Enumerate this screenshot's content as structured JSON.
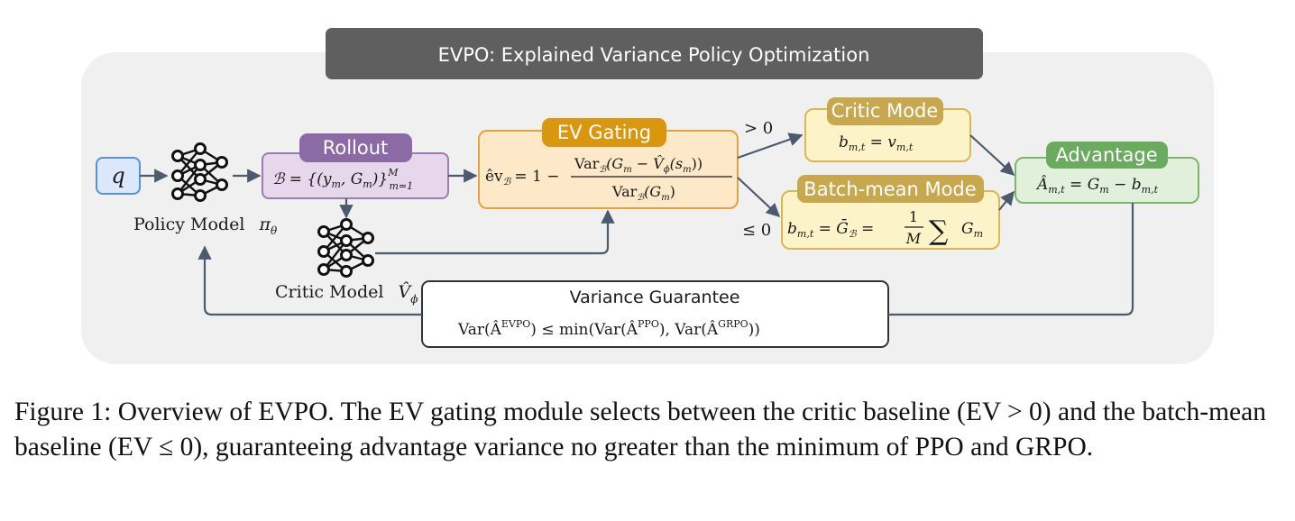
{
  "banner": {
    "title": "EVPO: Explained Variance Policy Optimization"
  },
  "nodes": {
    "query": {
      "symbol": "q"
    },
    "policy_model": {
      "label": "Policy Model",
      "symbol": "π",
      "sub": "θ"
    },
    "rollout": {
      "title": "Rollout",
      "formula": {
        "lhs": "ℬ = {(y",
        "sub1": "m",
        "mid": ", G",
        "sub2": "m",
        "close": ")}",
        "sup": "M",
        "range": "m=1"
      }
    },
    "critic_model": {
      "label": "Critic Model",
      "symbol": "V̂",
      "sub": "ϕ"
    },
    "ev_gating": {
      "title": "EV Gating",
      "lhs": "êv",
      "lhs_sub": "ℬ",
      "eq": "= 1 −",
      "num": "Var",
      "num_sub": "ℬ",
      "num_body": "(G",
      "num_body_sub": "m",
      "num_mid": " − V̂",
      "num_mid_sub": "ϕ",
      "num_tail": "(s",
      "num_tail_sub": "m",
      "num_end": "))",
      "den": "Var",
      "den_sub": "ℬ",
      "den_body": "(G",
      "den_body_sub": "m",
      "den_end": ")"
    },
    "branch_pos": {
      "label": "> 0"
    },
    "branch_neg": {
      "label": "≤ 0"
    },
    "critic_mode": {
      "title": "Critic Mode",
      "b": "b",
      "b_sub": "m,t",
      "eq": " = v",
      "v_sub": "m,t"
    },
    "batch_mean_mode": {
      "title": "Batch-mean Mode",
      "b": "b",
      "b_sub": "m,t",
      "eq": " = Ḡ",
      "g_sub": "ℬ",
      "eq2": " =",
      "frac_num": "1",
      "frac_den": "M",
      "sum": "∑",
      "tail": "G",
      "tail_sub": "m"
    },
    "advantage": {
      "title": "Advantage",
      "a": "Â",
      "a_sub": "m,t",
      "eq": " = G",
      "g_sub": "m",
      "minus": " − b",
      "b_sub": "m,t"
    },
    "variance_guarantee": {
      "title": "Variance Guarantee",
      "p1": "Var(Â",
      "s1": "EVPO",
      "p2": ") ≤ min(Var(Â",
      "s2": "PPO",
      "p3": "), Var(Â",
      "s3": "GRPO",
      "p4": "))"
    }
  },
  "colors": {
    "banner": "#5f5f5f",
    "panel": "#f0f0f0",
    "arrow": "#4a5b6e",
    "query_fill": "#dbe8fb",
    "query_stroke": "#5b8fd6",
    "rollout_fill": "#e7d7ec",
    "rollout_stroke": "#9c7ab3",
    "rollout_label": "#8b6aa5",
    "ev_fill": "#fde9c8",
    "ev_stroke": "#e6a23c",
    "ev_label": "#d9960f",
    "mode_fill": "#fdf3c8",
    "mode_stroke": "#d9b84f",
    "mode_label": "#c8a84e",
    "adv_fill": "#e0f0da",
    "adv_stroke": "#7fb56b",
    "adv_label": "#6aab5f",
    "guarantee_fill": "#ffffff",
    "guarantee_stroke": "#333333"
  },
  "caption": "Figure 1: Overview of EVPO. The EV gating module selects between the critic baseline (EV > 0) and the batch-mean baseline (EV ≤ 0), guaranteeing advantage variance no greater than the minimum of PPO and GRPO."
}
